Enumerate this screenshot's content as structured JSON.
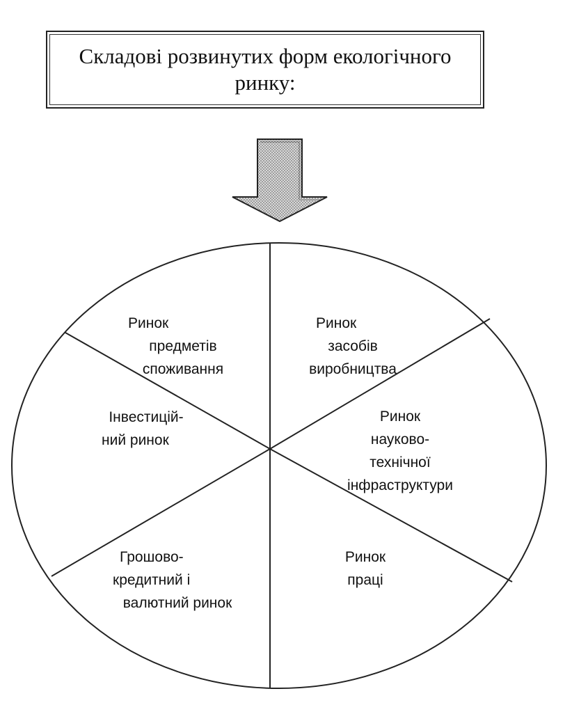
{
  "header": {
    "title": "Складові розвинутих форм екологічного ринку:"
  },
  "segments": [
    {
      "lines": [
        "Ринок",
        "предметів",
        "споживання"
      ]
    },
    {
      "lines": [
        "Ринок",
        "засобів",
        "виробництва"
      ]
    },
    {
      "lines": [
        "Інвестицій-",
        "ний ринок"
      ]
    },
    {
      "lines": [
        "Ринок",
        "науково-",
        "технічної",
        "інфраструктури"
      ]
    },
    {
      "lines": [
        "Грошово-",
        "кредитний і",
        "валютний ринок"
      ]
    },
    {
      "lines": [
        "Ринок",
        "праці"
      ]
    }
  ],
  "colors": {
    "line": "#222222",
    "arrow_fill": "#bdbdbd"
  }
}
